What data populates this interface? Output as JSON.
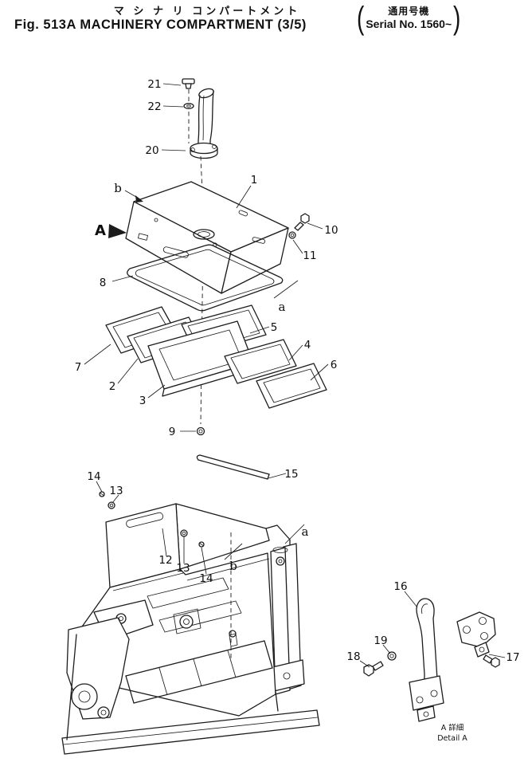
{
  "header": {
    "title_ja": "マ シ ナ リ コンパートメント",
    "fig_title": "Fig. 513A MACHINERY COMPARTMENT (3/5)",
    "paren_open": "(",
    "paren_close": ")",
    "serial_ja": "通用号機",
    "serial_en": "Serial No. 1560~"
  },
  "callouts": [
    {
      "text": "21"
    },
    {
      "text": "22"
    },
    {
      "text": "20"
    },
    {
      "text": "b"
    },
    {
      "text": "1"
    },
    {
      "text": "A"
    },
    {
      "text": "10"
    },
    {
      "text": "11"
    },
    {
      "text": "8"
    },
    {
      "text": "a"
    },
    {
      "text": "5"
    },
    {
      "text": "4"
    },
    {
      "text": "7"
    },
    {
      "text": "2"
    },
    {
      "text": "6"
    },
    {
      "text": "3"
    },
    {
      "text": "9"
    },
    {
      "text": "15"
    },
    {
      "text": "14"
    },
    {
      "text": "13"
    },
    {
      "text": "12"
    },
    {
      "text": "13"
    },
    {
      "text": "14"
    },
    {
      "text": "a"
    },
    {
      "text": "b"
    },
    {
      "text": "16"
    },
    {
      "text": "19"
    },
    {
      "text": "18"
    },
    {
      "text": "17"
    }
  ],
  "detail": {
    "line1": "A 詳細",
    "line2": "Detail A"
  }
}
